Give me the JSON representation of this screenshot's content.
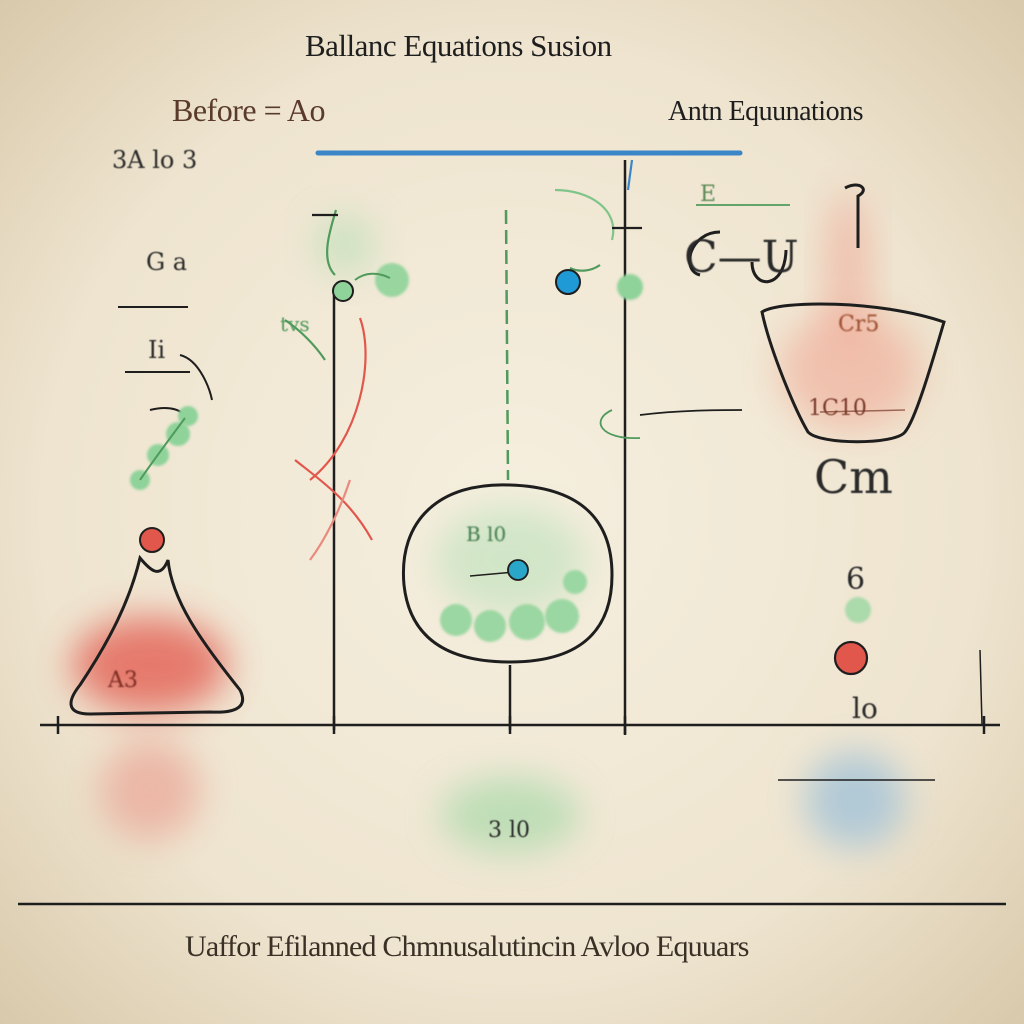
{
  "title": "Ballanc  Equations Susion",
  "before_label": "Before  =  Ao",
  "after_label": "Antn Equunations",
  "caption": "Uaffor  Efilanned Chmnusalutincin  Avloo Equuars",
  "scribbles": {
    "s1": "3A  lo  3",
    "s2": "G a",
    "s3": "Ii",
    "s4": "tvs",
    "s5": "A3",
    "s6": "B l0",
    "s7": "E",
    "s8": "C—U",
    "s9": "Cr5",
    "s10": "1C10",
    "s11": "Cm",
    "s12": "6",
    "s13": "lo",
    "s14": "3 l0"
  },
  "colors": {
    "background": "#efe6d4",
    "ink": "#1e1e1e",
    "blue_bar": "#3a86c8",
    "green_atom": "#8fd39a",
    "red_atom": "#e2574c",
    "teal_atom": "#2aa6c9",
    "blue_atom": "#1f9ad6"
  }
}
